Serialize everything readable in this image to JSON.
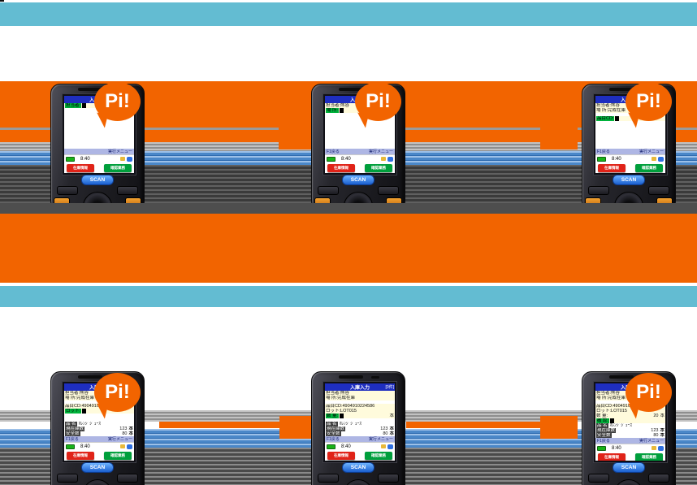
{
  "page": {
    "beep_label": "Pi!",
    "colors": {
      "orange": "#f26400",
      "cyan": "#63bcd2",
      "blue_stripe": "#4a87c8",
      "dark_band": "#4e4e4e",
      "screen_title_bg": "#1e2ec0",
      "highlight_green": "#00b43c",
      "button_red": "#e02318",
      "button_green": "#009f3c",
      "scan_blue": "#1a5fd0"
    }
  },
  "terminal": {
    "scan_label": "SCAN",
    "footer_menu": "実行メニュー",
    "buttons": {
      "red": "在庫情報",
      "green": "確認業務"
    },
    "status": {
      "time": "8:40"
    }
  },
  "steps": [
    {
      "beep": true,
      "title": "入庫入力",
      "count": "",
      "footer_back": "",
      "fields": [
        {
          "text": "担当者:",
          "active": true
        }
      ],
      "info": []
    },
    {
      "beep": true,
      "title": "入庫入力",
      "count": "",
      "footer_back": "F1戻る",
      "fields": [
        {
          "text": "担当者:熊谷"
        },
        {
          "text": "場 所:",
          "active": true
        }
      ],
      "info": []
    },
    {
      "beep": true,
      "title": "入庫入力",
      "count": "[0件]",
      "footer_back": "F1戻る",
      "fields": [
        {
          "text": "担当者:熊谷"
        },
        {
          "text": "場 所:完成在庫"
        },
        {
          "gap": true
        },
        {
          "text": "品目CD:",
          "active": true
        }
      ],
      "info": []
    },
    {
      "beep": true,
      "title": "入庫入力",
      "count": "[0件]",
      "footer_back": "F1戻る",
      "fields": [
        {
          "text": "担当者:熊谷"
        },
        {
          "text": "場 所:完成在庫"
        },
        {
          "gap": true
        },
        {
          "text": "品目CD:4904910224586"
        },
        {
          "text": "ロット:",
          "active": true
        }
      ],
      "info": [
        {
          "label": "品 名",
          "value": "ｵﾚﾝｼﾞｼﾞｭｰｽ"
        },
        {
          "label": "現在庫数",
          "value": "123",
          "unit": "本"
        },
        {
          "label": "安全数",
          "value": "80",
          "unit": "本"
        }
      ]
    },
    {
      "beep": false,
      "title": "入庫入力",
      "count": "[0件]",
      "footer_back": "F1戻る",
      "fields": [
        {
          "text": "担当者:熊谷"
        },
        {
          "text": "場 所:完成在庫"
        },
        {
          "gap": true
        },
        {
          "text": "品目CD:4904910224586"
        },
        {
          "text": "ロット:LOT015"
        },
        {
          "text": "数 量:",
          "active": true,
          "unit": "本"
        }
      ],
      "info": [
        {
          "label": "品 名",
          "value": "ｵﾚﾝｼﾞｼﾞｭｰｽ"
        },
        {
          "label": "現在庫数",
          "value": "123",
          "unit": "本"
        },
        {
          "label": "安全数",
          "value": "80",
          "unit": "本"
        }
      ]
    },
    {
      "beep": true,
      "title": "入庫入力",
      "count": "[0件]",
      "footer_back": "F1戻る",
      "fields": [
        {
          "text": "担当者:熊谷"
        },
        {
          "text": "場 所:完成在庫"
        },
        {
          "gap": true
        },
        {
          "text": "品目CD:4904910224586"
        },
        {
          "text": "ロット:LOT015"
        },
        {
          "text": "数 量:",
          "value": "20",
          "unit": "本"
        },
        {
          "text": "確 認:",
          "active": true
        }
      ],
      "info": [
        {
          "label": "品 名",
          "value": "ｵﾚﾝｼﾞｼﾞｭｰｽ"
        },
        {
          "label": "現在庫数",
          "value": "123",
          "unit": "本"
        },
        {
          "label": "安全数",
          "value": "80",
          "unit": "本"
        }
      ]
    }
  ]
}
